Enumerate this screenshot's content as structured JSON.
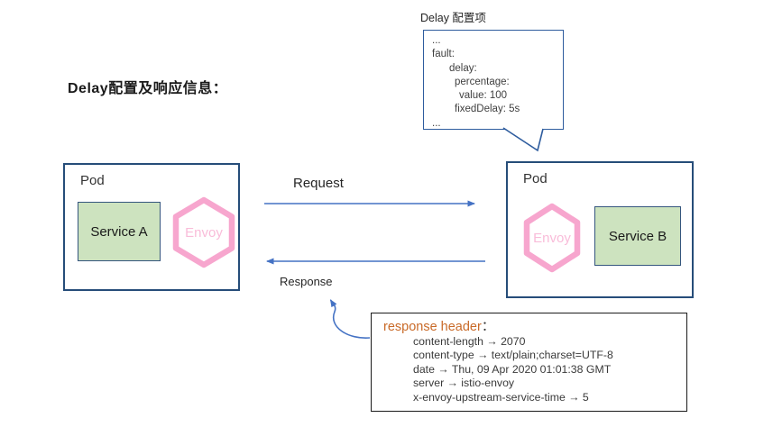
{
  "title": "Delay配置及响应信息：",
  "delay_callout": {
    "label": "Delay 配置项",
    "lines": [
      "...",
      "fault:",
      "delay:",
      "percentage:",
      "value: 100",
      "fixedDelay: 5s",
      "..."
    ]
  },
  "pods": {
    "left": {
      "label": "Pod",
      "service": "Service A",
      "proxy": "Envoy"
    },
    "right": {
      "label": "Pod",
      "service": "Service B",
      "proxy": "Envoy"
    }
  },
  "flows": {
    "request_label": "Request",
    "response_label": "Response"
  },
  "response_box": {
    "heading": "response header",
    "heading_colon": "：",
    "headers": [
      "content-length → 2070",
      "content-type → text/plain;charset=UTF-8",
      "date → Thu, 09 Apr 2020 01:01:38 GMT",
      "server → istio-envoy",
      "x-envoy-upstream-service-time → 5"
    ]
  },
  "colors": {
    "pod_border": "#264d79",
    "callout_border": "#2e5c9e",
    "arrow_blue": "#4472c4",
    "envoy_pink": "#f7a6ce",
    "envoy_text_pink": "#f9bcd9",
    "service_green": "#cde3bf",
    "response_heading_orange": "#c96a28"
  }
}
